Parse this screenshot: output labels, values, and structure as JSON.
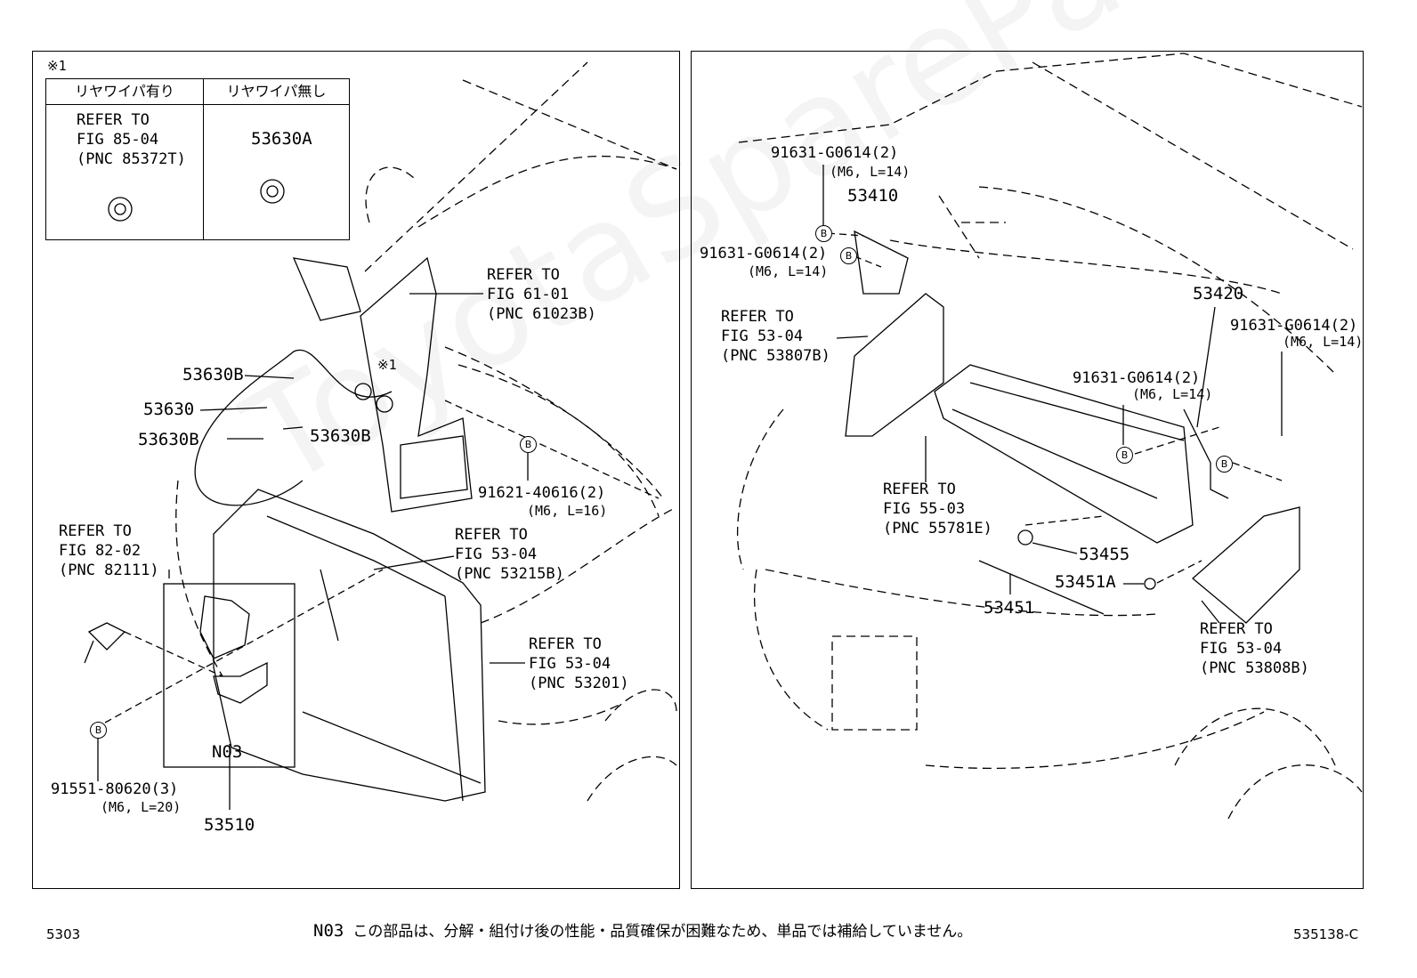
{
  "watermark": "ToyotaSpareParts.ru",
  "note_mark": "※1",
  "table": {
    "col1_header": "リヤワイパ有り",
    "col2_header": "リヤワイパ無し",
    "col1_ref": "REFER TO\nFIG 85-04\n(PNC 85372T)",
    "col2_part": "53630A"
  },
  "left_labels": {
    "ref_61_01": "REFER TO\nFIG 61-01\n(PNC 61023B)",
    "mark1": "※1",
    "p53630B_a": "53630B",
    "p53630": "53630",
    "p53630B_b": "53630B",
    "p53630B_c": "53630B",
    "bolt_91621": "91621-40616(2)",
    "bolt_91621_spec": "(M6, L=16)",
    "ref_53_04_a": "REFER TO\nFIG 53-04\n(PNC 53215B)",
    "ref_82_02": "REFER TO\nFIG 82-02\n(PNC 82111)",
    "ref_53_04_b": "REFER TO\nFIG 53-04\n(PNC 53201)",
    "n03": "N03",
    "p53510": "53510",
    "bolt_91551": "91551-80620(3)",
    "bolt_91551_spec": "(M6, L=20)",
    "circle_b": "B"
  },
  "right_labels": {
    "bolt_a": "91631-G0614(2)",
    "bolt_a_spec": "(M6, L=14)",
    "p53410": "53410",
    "bolt_b": "91631-G0614(2)",
    "bolt_b_spec": "(M6, L=14)",
    "ref_53_04_c": "REFER TO\nFIG 53-04\n(PNC 53807B)",
    "p53420": "53420",
    "bolt_c": "91631-G0614(2)",
    "bolt_c_spec": "(M6, L=14)",
    "bolt_d": "91631-G0614(2)",
    "bolt_d_spec": "(M6, L=14)",
    "ref_55_03": "REFER TO\nFIG 55-03\n(PNC 55781E)",
    "p53455": "53455",
    "p53451A": "53451A",
    "p53451": "53451",
    "ref_53_04_d": "REFER TO\nFIG 53-04\n(PNC 53808B)"
  },
  "footer": {
    "note_code": "N03",
    "note_text": "この部品は、分解・組付け後の性能・品質確保が困難なため、単品では補給していません。",
    "page_left": "5303",
    "page_right": "535138-C"
  }
}
